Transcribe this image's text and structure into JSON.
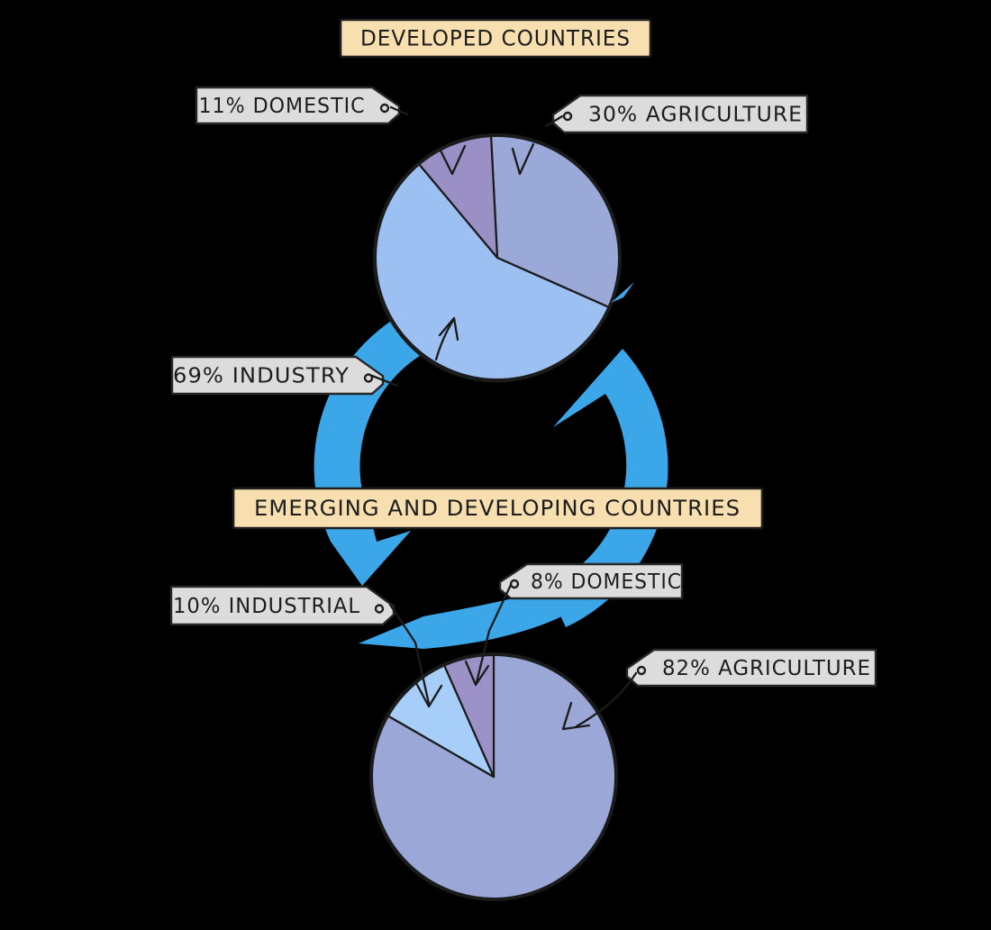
{
  "background": "#000000",
  "colors": {
    "cycle_arrow": "#3ba6e8",
    "banner_fill": "#f8dfb0",
    "tag_fill": "#dcdcdd",
    "outline": "#1e1e1e"
  },
  "banners": {
    "developed": "DEVELOPED COUNTRIES",
    "emerging": "EMERGING AND DEVELOPING COUNTRIES"
  },
  "labels": {
    "dom11": "11% DOMESTIC",
    "agr30": "30% AGRICULTURE",
    "ind69": "69% INDUSTRY",
    "dom8": "8% DOMESTIC",
    "ind10": "10% INDUSTRIAL",
    "agr82": "82% AGRICULTURE"
  },
  "chart_data": [
    {
      "type": "pie",
      "title": "DEVELOPED COUNTRIES",
      "slices": [
        {
          "label": "AGRICULTURE",
          "value": 30,
          "color": "#9ba9d8"
        },
        {
          "label": "INDUSTRY",
          "value": 69,
          "color": "#9dc0f3"
        },
        {
          "label": "DOMESTIC",
          "value": 11,
          "color": "#9b90c5"
        }
      ]
    },
    {
      "type": "pie",
      "title": "EMERGING AND DEVELOPING COUNTRIES",
      "slices": [
        {
          "label": "AGRICULTURE",
          "value": 82,
          "color": "#9ba8d7"
        },
        {
          "label": "INDUSTRIAL",
          "value": 10,
          "color": "#a6cef8"
        },
        {
          "label": "DOMESTIC",
          "value": 8,
          "color": "#9d92c7"
        }
      ]
    }
  ]
}
